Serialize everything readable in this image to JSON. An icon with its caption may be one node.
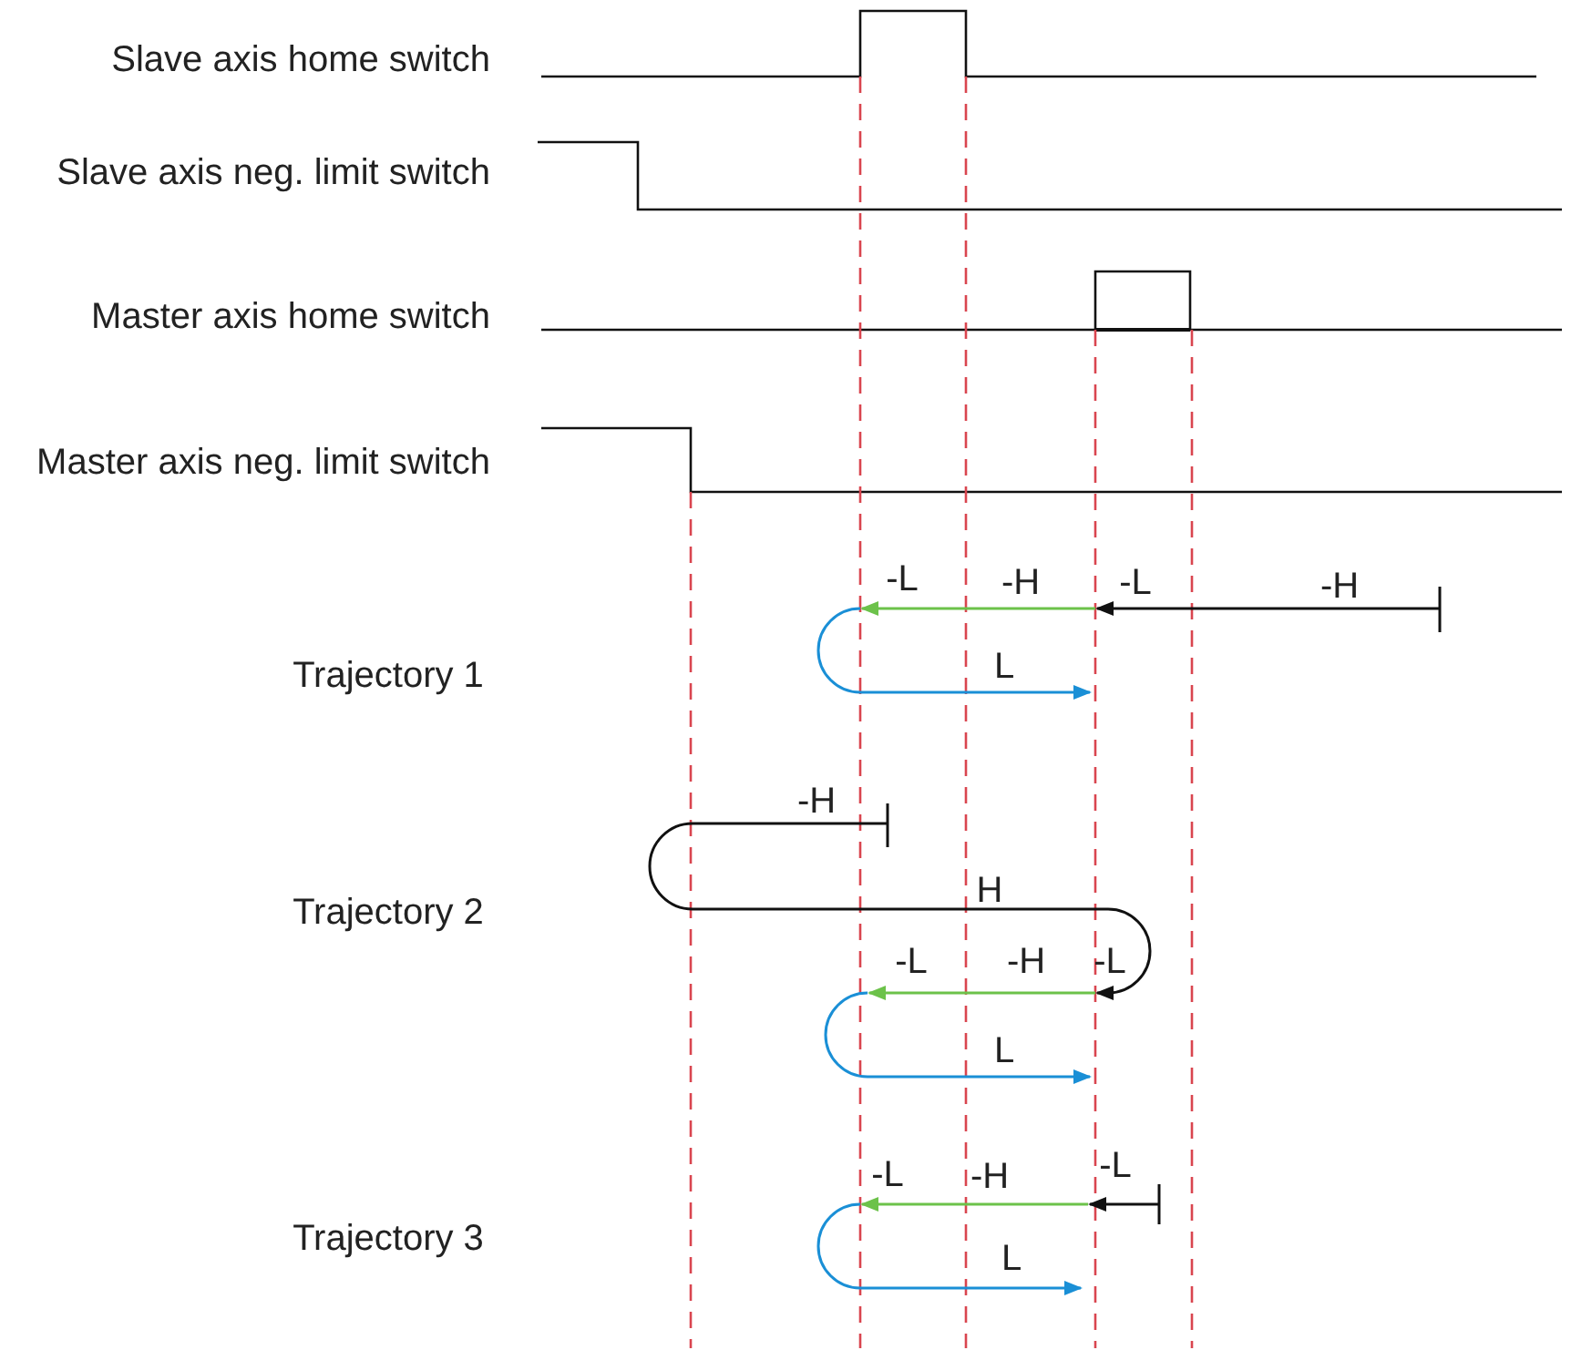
{
  "diagram": {
    "labels": [
      "Slave axis home switch",
      "Slave axis neg. limit switch",
      "Master axis home switch",
      "Master axis neg. limit switch",
      "-L",
      "-H",
      "-L",
      "-H",
      "Trajectory 1",
      "L",
      "-H",
      "Trajectory 2",
      "H",
      "-L",
      "-H",
      "-L",
      "L",
      "-L",
      "-H",
      "-L",
      "Trajectory 3",
      "L"
    ]
  }
}
